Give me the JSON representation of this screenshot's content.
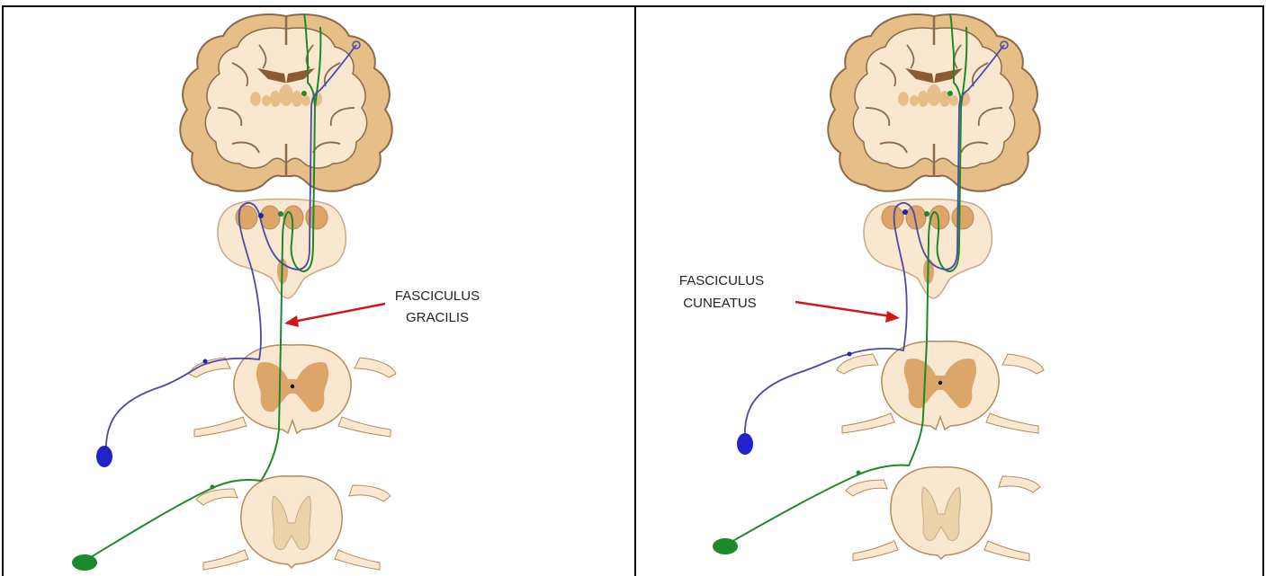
{
  "panels": [
    {
      "label_line1": "FASCICULUS",
      "label_line2": "GRACILIS"
    },
    {
      "label_line1": "FASCICULUS",
      "label_line2": "CUNEATUS"
    }
  ],
  "colors": {
    "tissue": "#f9e7cf",
    "tissue_outline": "#8a6a4a",
    "cortex": "#e6bf88",
    "gray_matter": "#dca66a",
    "ventricle": "#8a5a36",
    "pathway_green": "#1a8a2a",
    "pathway_blue": "#4a4aa8",
    "arrow_red": "#d01818",
    "border": "#000000"
  }
}
